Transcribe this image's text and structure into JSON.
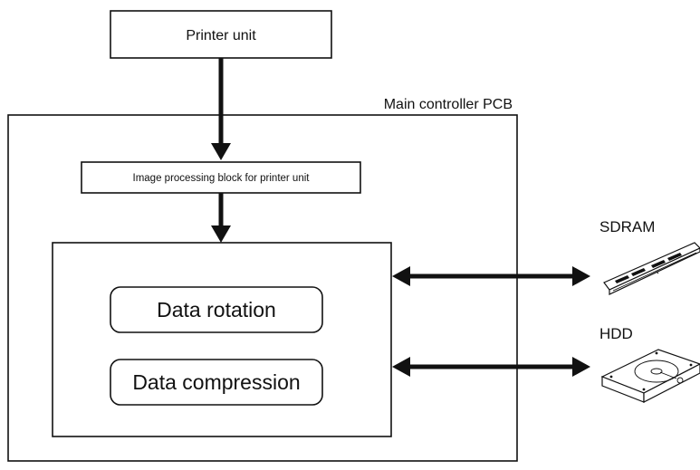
{
  "diagram": {
    "nodes": {
      "printer_unit": "Printer unit",
      "main_controller": "Main controller PCB",
      "image_processing": "Image processing block for printer unit",
      "data_rotation": "Data rotation",
      "data_compression": "Data compression",
      "sdram": "SDRAM",
      "hdd": "HDD"
    },
    "edges": [
      {
        "from": "printer_unit",
        "to": "image_processing",
        "direction": "forward"
      },
      {
        "from": "image_processing",
        "to": "processing_block",
        "direction": "forward"
      },
      {
        "from": "processing_block",
        "to": "sdram",
        "direction": "bidirectional"
      },
      {
        "from": "processing_block",
        "to": "hdd",
        "direction": "bidirectional"
      }
    ],
    "icons": {
      "sdram": "memory-module-icon",
      "hdd": "hard-disk-drive-icon"
    },
    "colors": {
      "line": "#111111",
      "background": "#ffffff"
    }
  }
}
